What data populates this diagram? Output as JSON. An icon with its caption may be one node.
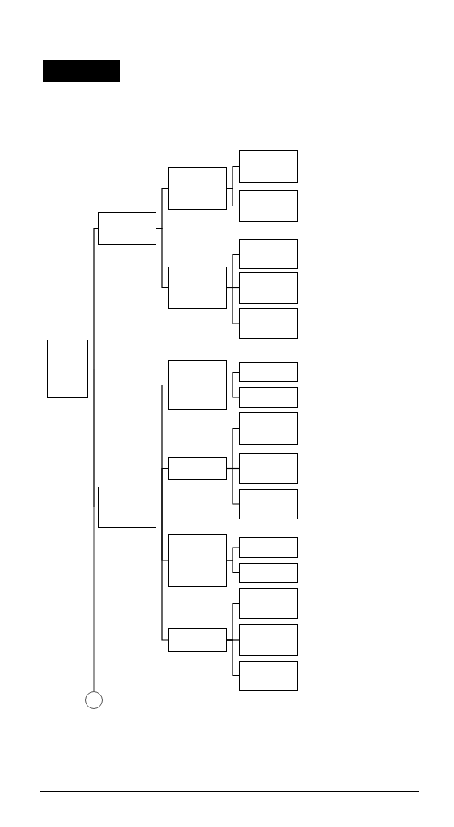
{
  "diagram": {
    "nodes": [
      {
        "text": [],
        "shape": "bar"
      },
      {
        "text": [],
        "shape": "box"
      },
      {
        "text": [],
        "shape": "box"
      },
      {
        "text": [],
        "shape": "box"
      },
      {
        "text": [],
        "shape": "box"
      },
      {
        "text": [],
        "shape": "box"
      },
      {
        "text": [],
        "shape": "box"
      },
      {
        "text": [],
        "shape": "box"
      },
      {
        "text": [],
        "shape": "box"
      },
      {
        "text": [],
        "shape": "box"
      },
      {
        "text": [],
        "shape": "box"
      },
      {
        "text": [],
        "shape": "box"
      },
      {
        "text": [],
        "shape": "box"
      },
      {
        "text": [],
        "shape": "box"
      },
      {
        "text": [],
        "shape": "box"
      },
      {
        "text": [],
        "shape": "box"
      },
      {
        "text": [],
        "shape": "box"
      },
      {
        "text": [],
        "shape": "box"
      },
      {
        "text": [],
        "shape": "box"
      },
      {
        "text": [],
        "shape": "box"
      },
      {
        "text": [],
        "shape": "box"
      },
      {
        "text": [],
        "shape": "box"
      },
      {
        "text": [],
        "shape": "box"
      },
      {
        "text": [],
        "shape": "box"
      },
      {
        "text": [],
        "shape": "box"
      },
      {
        "text": [],
        "shape": "circle"
      }
    ],
    "edges": [
      {
        "from": 1,
        "to": 2,
        "arrow": "none"
      },
      {
        "from": 1,
        "to": 10,
        "arrow": "none"
      },
      {
        "from": 1,
        "to": 25,
        "arrow": "none"
      },
      {
        "from": 2,
        "to": 3,
        "arrow": "none"
      },
      {
        "from": 2,
        "to": 6,
        "arrow": "none"
      },
      {
        "from": 3,
        "to": 4,
        "arrow": "none"
      },
      {
        "from": 3,
        "to": 5,
        "arrow": "none"
      },
      {
        "from": 6,
        "to": 7,
        "arrow": "none"
      },
      {
        "from": 6,
        "to": 8,
        "arrow": "none"
      },
      {
        "from": 6,
        "to": 9,
        "arrow": "none"
      },
      {
        "from": 10,
        "to": 11,
        "arrow": "none"
      },
      {
        "from": 10,
        "to": 14,
        "arrow": "none"
      },
      {
        "from": 10,
        "to": 18,
        "arrow": "none"
      },
      {
        "from": 10,
        "to": 21,
        "arrow": "none"
      },
      {
        "from": 11,
        "to": 12,
        "arrow": "none"
      },
      {
        "from": 11,
        "to": 13,
        "arrow": "none"
      },
      {
        "from": 14,
        "to": 15,
        "arrow": "none"
      },
      {
        "from": 14,
        "to": 16,
        "arrow": "none"
      },
      {
        "from": 14,
        "to": 17,
        "arrow": "none"
      },
      {
        "from": 18,
        "to": 19,
        "arrow": "none"
      },
      {
        "from": 18,
        "to": 20,
        "arrow": "none"
      },
      {
        "from": 21,
        "to": 22,
        "arrow": "none"
      },
      {
        "from": 21,
        "to": 23,
        "arrow": "none"
      },
      {
        "from": 21,
        "to": 24,
        "arrow": "none"
      }
    ]
  }
}
